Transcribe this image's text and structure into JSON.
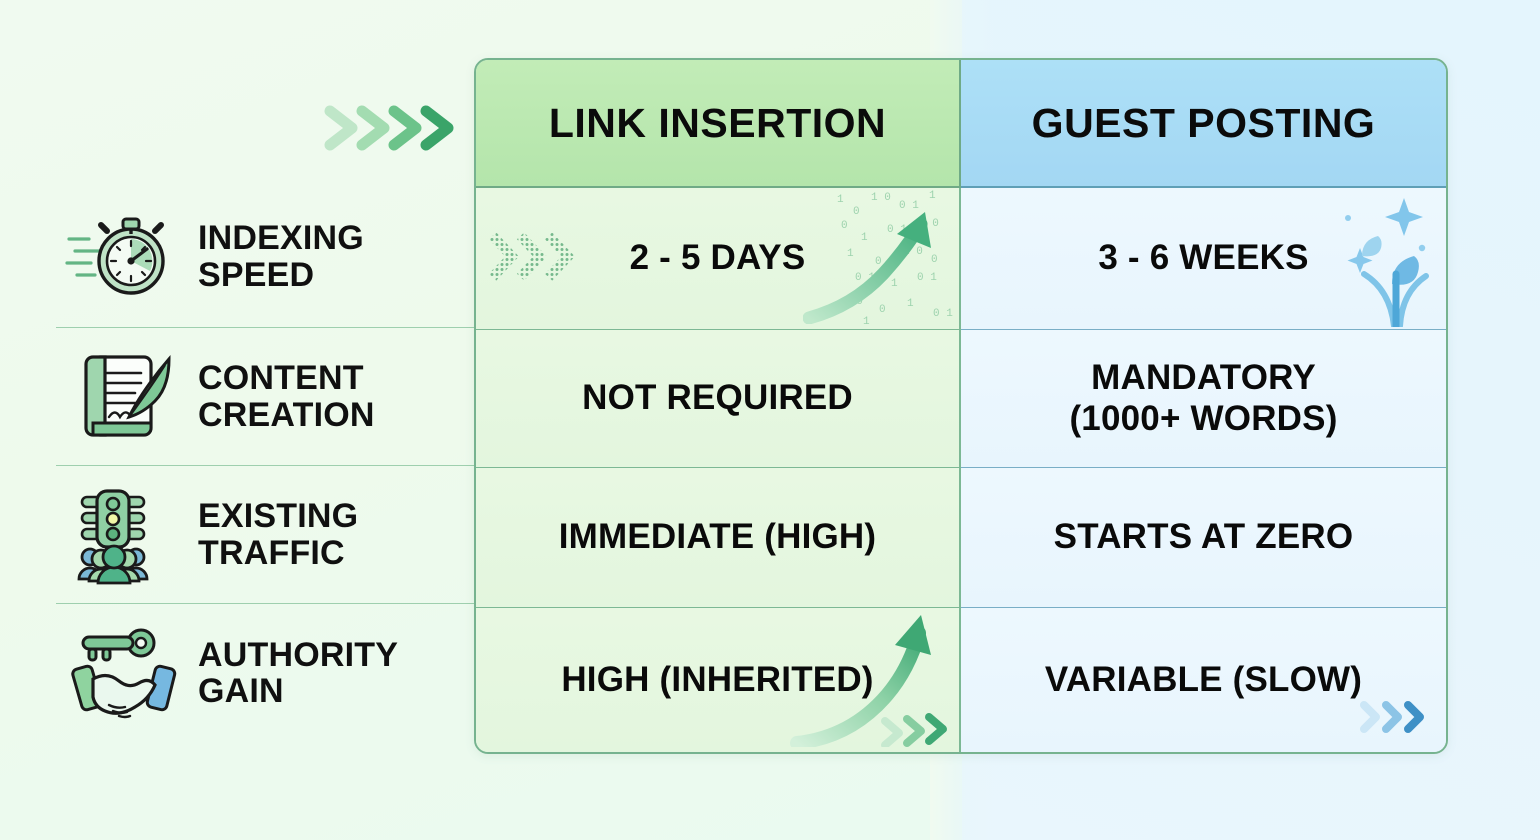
{
  "theme": {
    "bg_left": "#f0faf0",
    "bg_right": "#e4f5fd",
    "green_header": "#b4e5ab",
    "blue_header": "#a3d7f3",
    "green_cell": "#e6f7e3",
    "blue_cell": "#ebf7fd",
    "green_border": "#7cb894",
    "blue_border": "#79aec6",
    "text": "#0a0a0a"
  },
  "table": {
    "headers": {
      "corner": "",
      "left": "LINK INSERTION",
      "right": "GUEST POSTING"
    },
    "rows": [
      {
        "label_line1": "INDEXING",
        "label_line2": "SPEED",
        "icon": "stopwatch-icon",
        "left_value": "2 - 5 DAYS",
        "left_value_line2": "",
        "right_value": "3 - 6 WEEKS",
        "right_value_line2": ""
      },
      {
        "label_line1": "CONTENT",
        "label_line2": "CREATION",
        "icon": "scroll-quill-icon",
        "left_value": "NOT REQUIRED",
        "left_value_line2": "",
        "right_value": "MANDATORY",
        "right_value_line2": "(1000+ WORDS)"
      },
      {
        "label_line1": "EXISTING",
        "label_line2": "TRAFFIC",
        "icon": "traffic-light-crowd-icon",
        "left_value": "IMMEDIATE (HIGH)",
        "left_value_line2": "",
        "right_value": "STARTS AT ZERO",
        "right_value_line2": ""
      },
      {
        "label_line1": "AUTHORITY",
        "label_line2": "GAIN",
        "icon": "handshake-key-icon",
        "left_value": "HIGH (INHERITED)",
        "left_value_line2": "",
        "right_value": "VARIABLE (SLOW)",
        "right_value_line2": ""
      }
    ]
  },
  "decorations": {
    "top_chevrons": "chevron-arrows-icon",
    "row1_left_dotted_chevrons": "dotted-chevrons-icon",
    "row1_left_growth_arrow": "growth-arrow-icon",
    "row1_left_binary": "binary-code-icon",
    "row1_right_sprout": "sprout-sparkle-icon",
    "row4_left_growth_arrow": "growth-arrow-icon",
    "row4_left_chevrons": "chevron-arrows-icon",
    "row4_right_chevrons": "chevron-arrows-icon"
  }
}
